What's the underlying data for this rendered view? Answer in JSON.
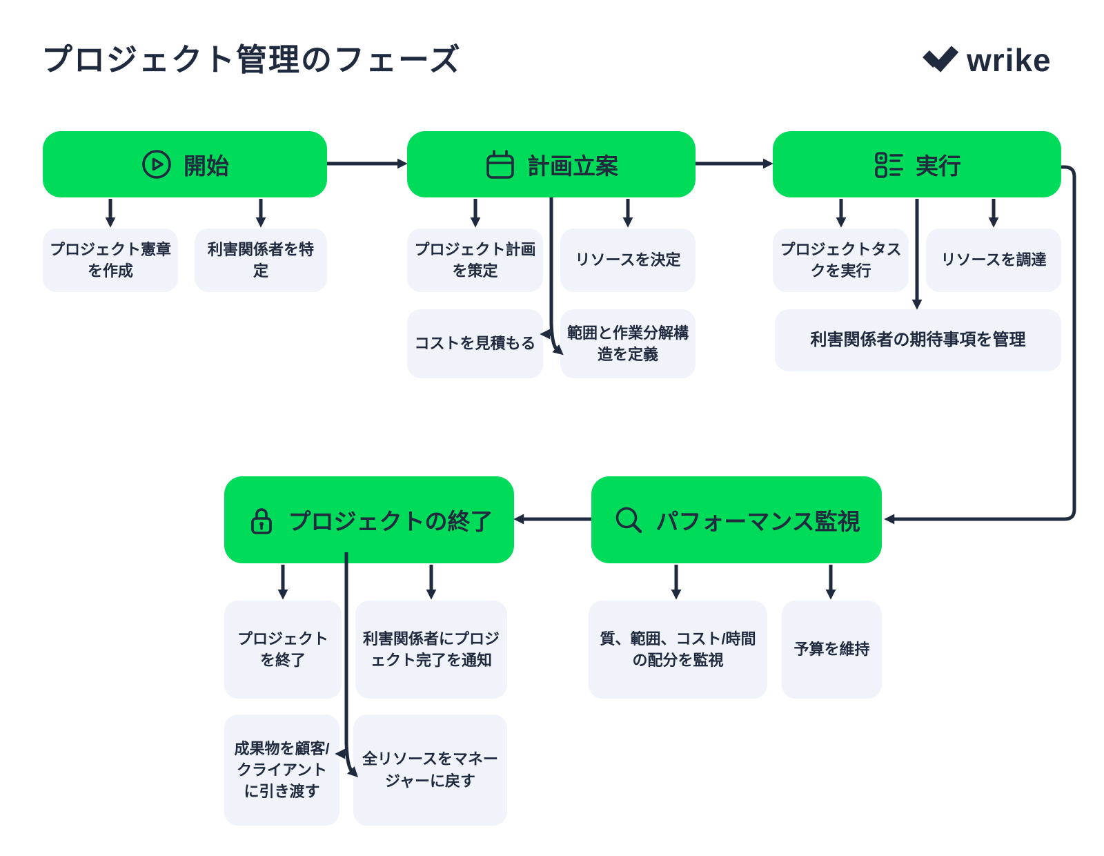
{
  "header": {
    "title": "プロジェクト管理のフェーズ",
    "brand": "wrike"
  },
  "colors": {
    "accent_green": "#00DC5A",
    "ink_navy": "#202A3E",
    "card_gray": "#F0F3F9"
  },
  "phases": [
    {
      "label": "開始",
      "icon": "play-circle-icon"
    },
    {
      "label": "計画立案",
      "icon": "calendar-icon"
    },
    {
      "label": "実行",
      "icon": "task-list-icon"
    },
    {
      "label": "プロジェクトの終了",
      "icon": "lock-icon"
    },
    {
      "label": "パフォーマンス監視",
      "icon": "search-icon"
    }
  ],
  "tasks": {
    "initiation": [
      "プロジェクト憲章を作成",
      "利害関係者を特定"
    ],
    "planning": [
      "プロジェクト計画を策定",
      "リソースを決定",
      "コストを見積もる",
      "範囲と作業分解構造を定義"
    ],
    "execution": [
      "プロジェクトタスクを実行",
      "リソースを調達",
      "利害関係者の期待事項を管理"
    ],
    "monitoring": [
      "質、範囲、コスト/時間の配分を監視",
      "予算を維持"
    ],
    "closure": [
      "プロジェクトを終了",
      "利害関係者にプロジェクト完了を通知",
      "成果物を顧客/クライアントに引き渡す",
      "全リソースをマネージャーに戻す"
    ]
  }
}
